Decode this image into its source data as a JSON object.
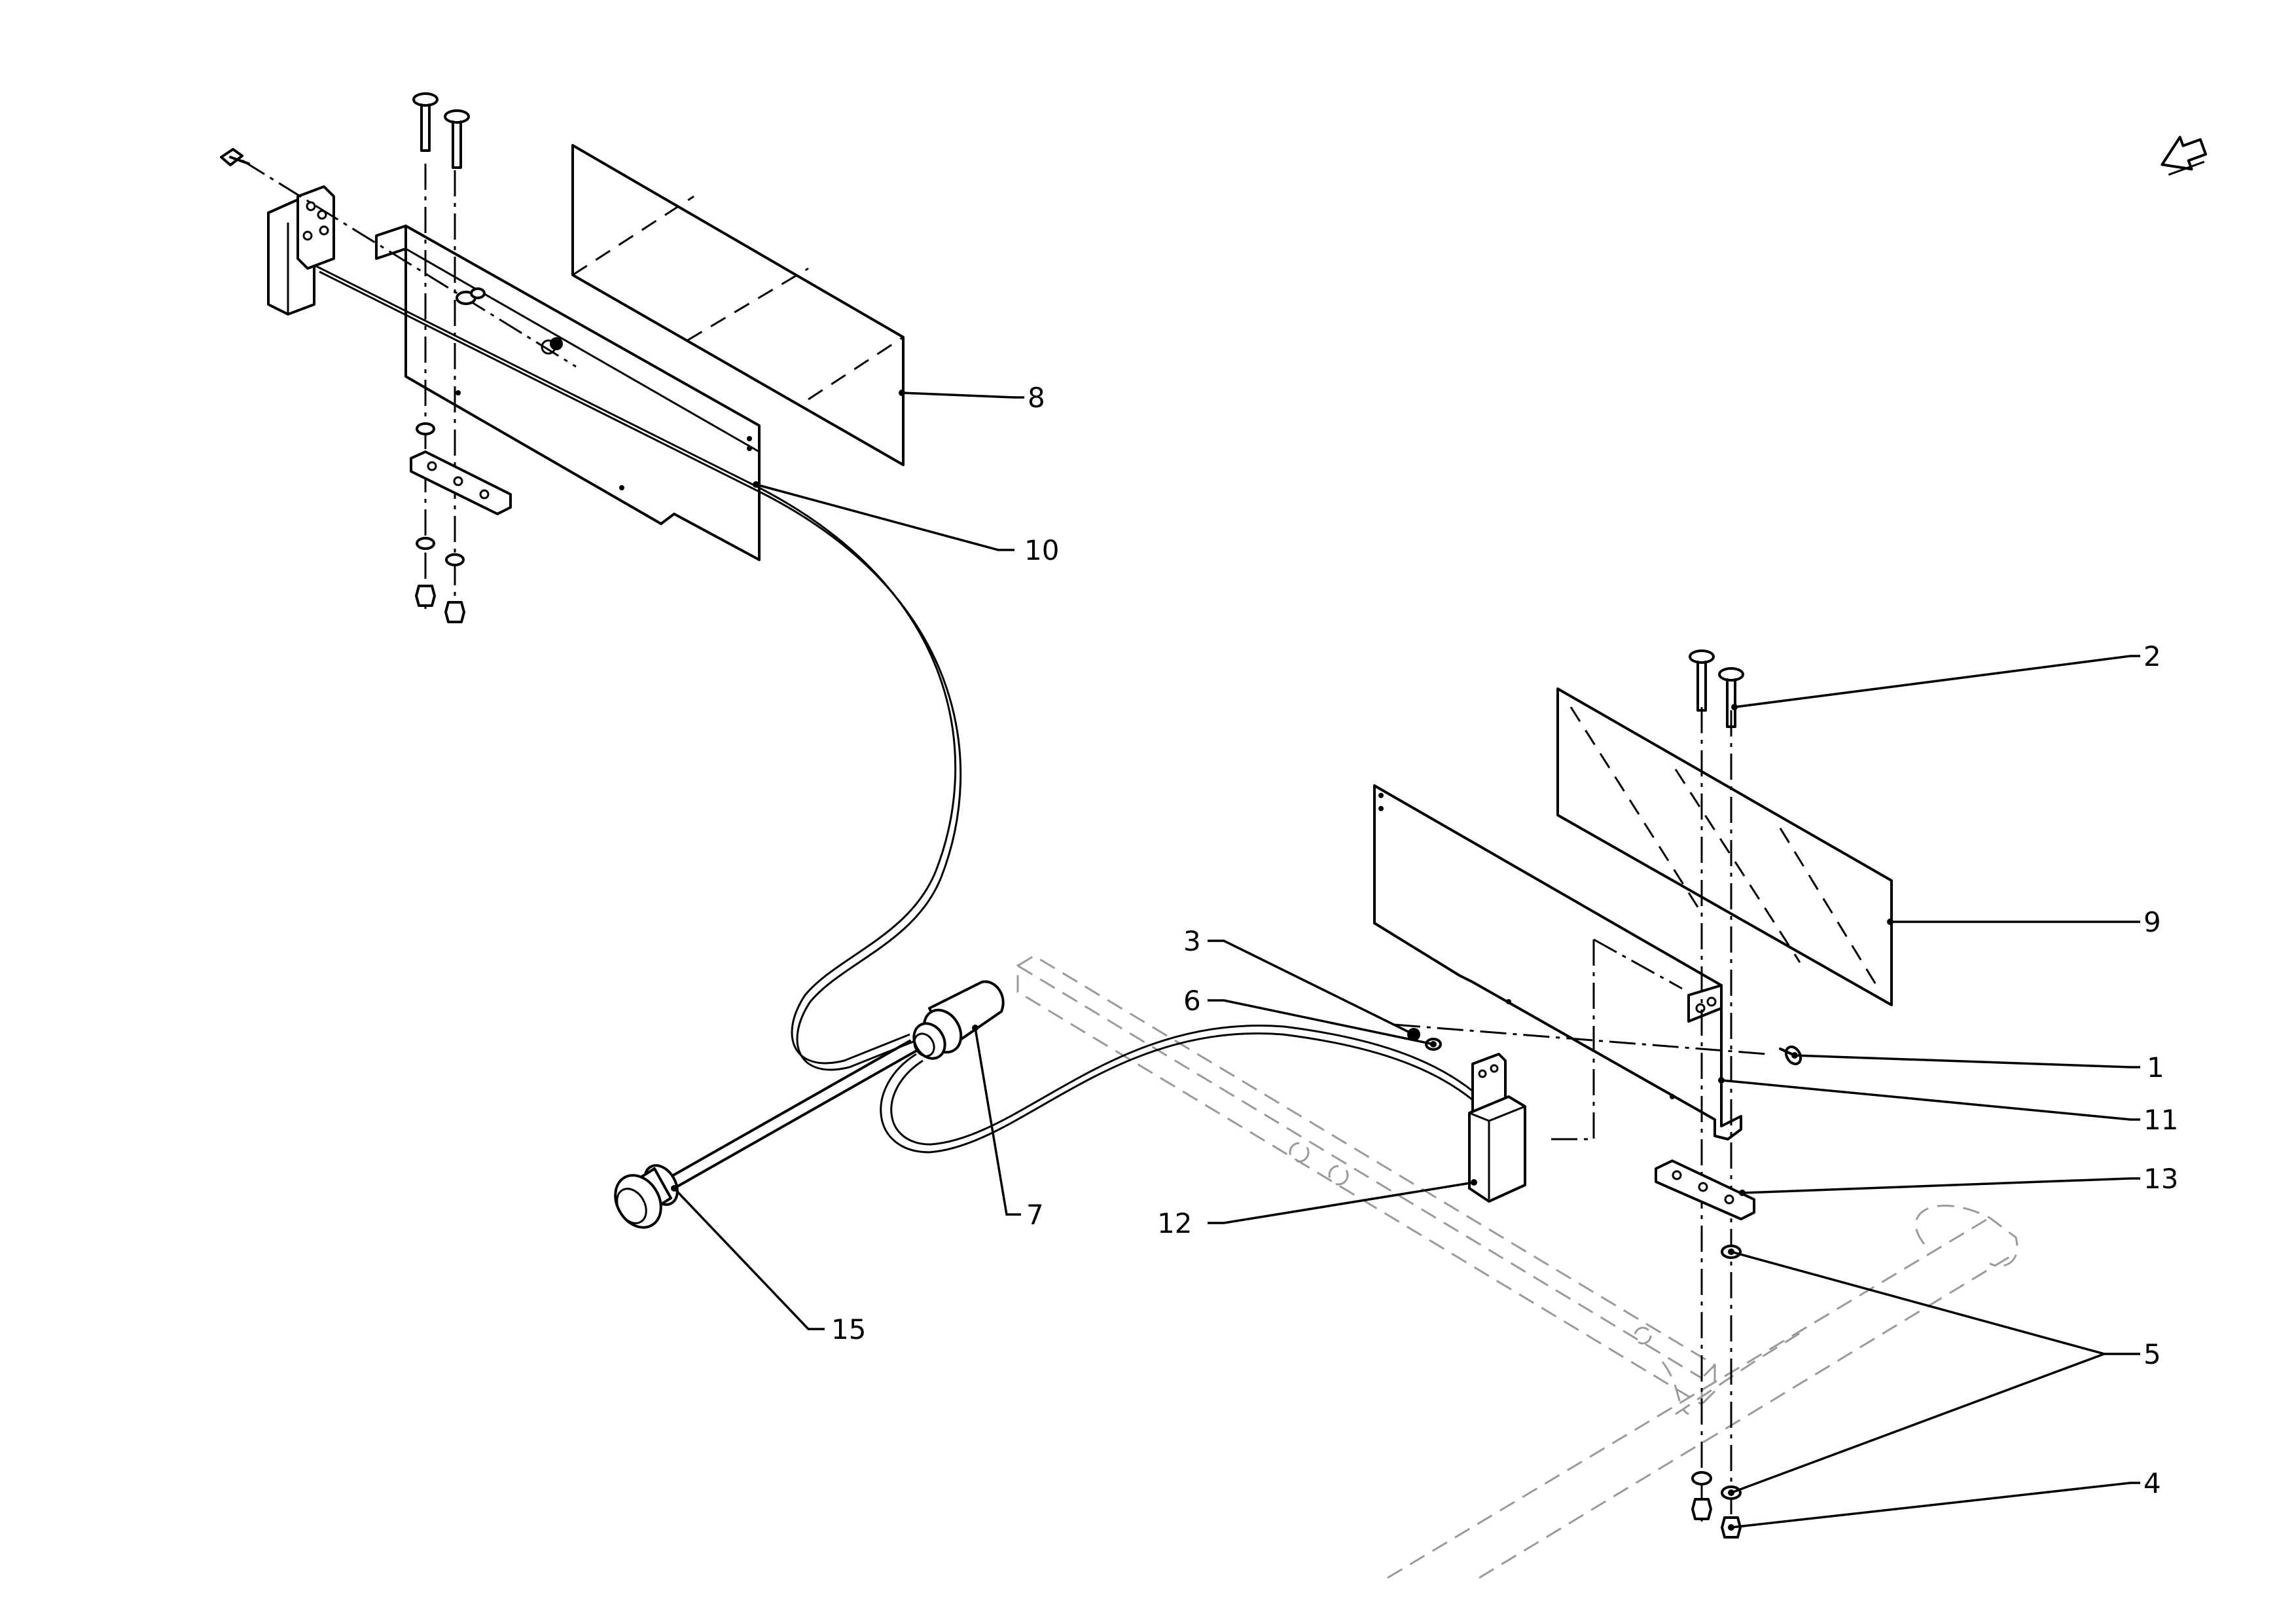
{
  "callouts": [
    {
      "id": "c1",
      "label": "1"
    },
    {
      "id": "c2",
      "label": "2"
    },
    {
      "id": "c3",
      "label": "3"
    },
    {
      "id": "c4",
      "label": "4"
    },
    {
      "id": "c5",
      "label": "5"
    },
    {
      "id": "c6",
      "label": "6"
    },
    {
      "id": "c7",
      "label": "7"
    },
    {
      "id": "c8",
      "label": "8"
    },
    {
      "id": "c9",
      "label": "9"
    },
    {
      "id": "c10",
      "label": "10"
    },
    {
      "id": "c11",
      "label": "11"
    },
    {
      "id": "c12",
      "label": "12"
    },
    {
      "id": "c13",
      "label": "13"
    },
    {
      "id": "c15",
      "label": "15"
    }
  ],
  "orientation_icon": "view-direction-arrow-icon"
}
